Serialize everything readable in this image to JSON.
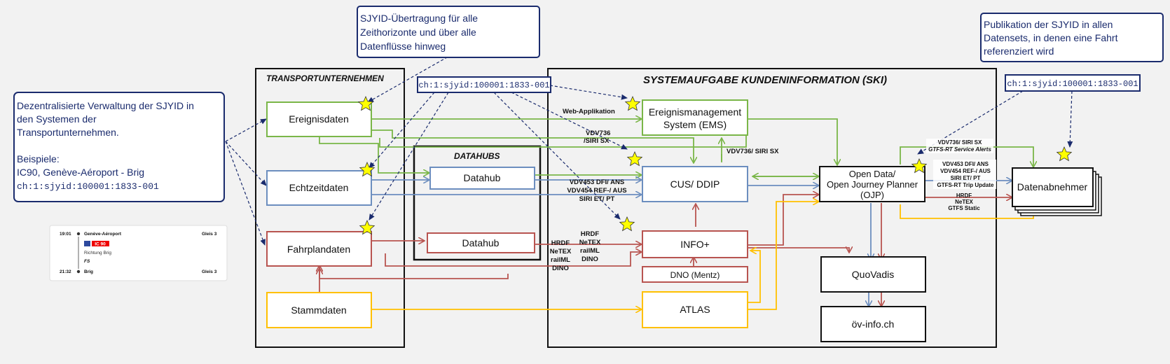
{
  "colors": {
    "green": "#7ab648",
    "blue": "#6c8ebf",
    "red": "#b85450",
    "yellow": "#ffc000",
    "navy": "#1a2b6d",
    "star": "#ffff00"
  },
  "notes": {
    "left": {
      "line1": "Dezentralisierte Verwaltung der SJYID in",
      "line2": "den Systemen der",
      "line3": "Transportunternehmen.",
      "line4": "Beispiele:",
      "line5": "IC90, Genève-Aéroport - Brig",
      "line6": "ch:1:sjyid:100001:1833-001"
    },
    "top": {
      "line1": "SJYID-Übertragung für alle",
      "line2": "Zeithorizonte und über alle",
      "line3": "Datenflüsse hinweg"
    },
    "right": {
      "line1": "Publikation der SJYID in allen",
      "line2": "Datensets, in denen eine Fahrt",
      "line3": "referenziert wird"
    },
    "id_center": "ch:1:sjyid:100001:1833-001",
    "id_right": "ch:1:sjyid:100001:1833-001"
  },
  "groups": {
    "transport": "TRANSPORTUNTERNEHMEN",
    "ski": "SYSTEMAUFGABE KUNDENINFORMATION (SKI)",
    "datahubs": "DATAHUBS"
  },
  "nodes": {
    "ereignisdaten": "Ereignisdaten",
    "echtzeitdaten": "Echtzeitdaten",
    "fahrplandaten": "Fahrplandaten",
    "stammdaten": "Stammdaten",
    "datahub_top": "Datahub",
    "datahub_bottom": "Datahub",
    "ems_line1": "Ereignismanagement",
    "ems_line2": "System (EMS)",
    "cus": "CUS/ DDIP",
    "info": "INFO+",
    "dno": "DNO (Mentz)",
    "atlas": "ATLAS",
    "ojp_line1": "Open Data/",
    "ojp_line2": "Open Journey Planner",
    "ojp_line3": "(OJP)",
    "quovadis": "QuoVadis",
    "oev": "öv-info.ch",
    "datenabnehmer": "Datenabnehmer"
  },
  "edge_labels": {
    "web_app": "Web-Applikation",
    "vdv736_a1": "VDV736",
    "vdv736_a2": "/SIRI SX",
    "vdv736_b": "VDV736/ SIRI SX",
    "vdv453_1": "VDV453 DFI/ ANS",
    "vdv453_2": "VDV454 REF-/ AUS",
    "vdv453_3": "SIRI ET/ PT",
    "hrdf_a": [
      "HRDF",
      "NeTEX",
      "railML",
      "DINO"
    ],
    "hrdf_b": [
      "HRDF",
      "NeTEX",
      "railML",
      "DINO"
    ],
    "out_sx_1": "VDV736/ SIRI SX",
    "out_sx_2": "GTFS-RT Service Alerts",
    "out_rt": [
      "VDV453 DFI/ ANS",
      "VDV454 REF-/ AUS",
      "SIRI ET/ PT",
      "GTFS-RT Trip Update"
    ],
    "out_static": [
      "HRDF",
      "NeTEX",
      "GTFS Static"
    ]
  },
  "card": {
    "dep_time": "19:01",
    "dep_station": "Genève-Aéroport",
    "dep_platform": "Gleis 3",
    "badge": "IC 90",
    "direction": "Richtung Brig",
    "operator": "FS",
    "arr_time": "21:32",
    "arr_station": "Brig",
    "arr_platform": "Gleis 3"
  }
}
